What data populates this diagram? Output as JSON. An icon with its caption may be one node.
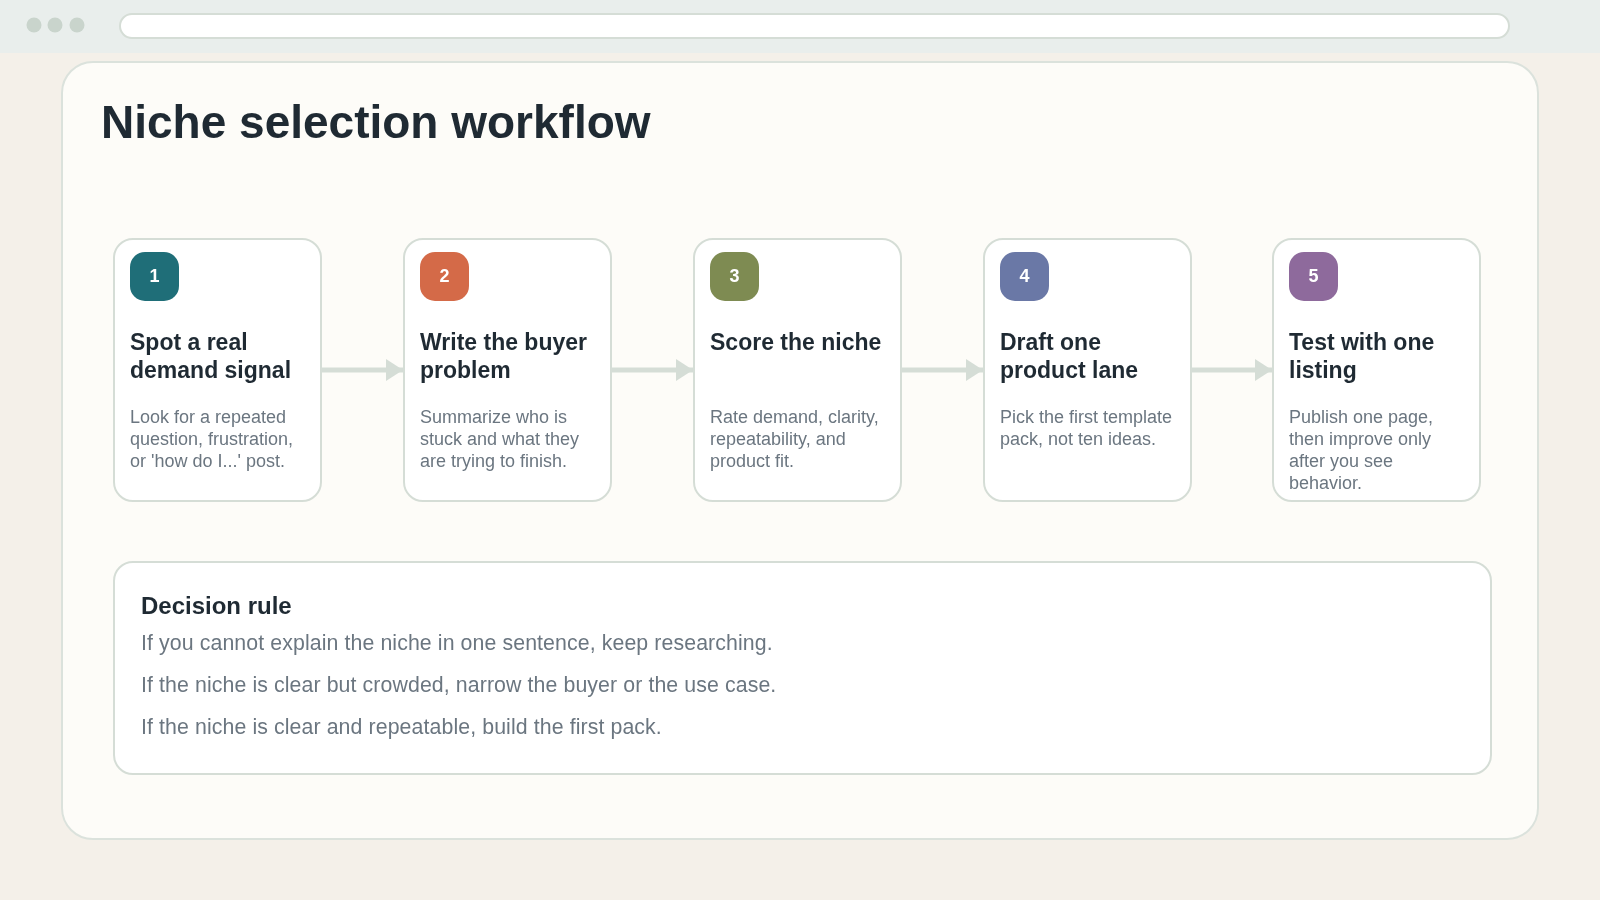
{
  "diagram": {
    "title": "Niche selection workflow",
    "nodes": [
      {
        "text": [
          "Spot a real demand signal",
          "Look for a repeated question, frustration, or 'how do I...' post."
        ]
      },
      {
        "text": [
          "1"
        ],
        "in": 0
      },
      {
        "text": [
          "Write the buyer problem",
          "Summarize who is stuck and what they are trying to finish."
        ]
      },
      {
        "text": [
          "2"
        ],
        "in": 2
      },
      {
        "text": [
          "Score the niche",
          "Rate demand, clarity, repeatability, and product fit."
        ]
      },
      {
        "text": [
          "3"
        ],
        "in": 4
      },
      {
        "text": [
          "Draft one product lane",
          "Pick the first template pack, not ten ideas."
        ]
      },
      {
        "text": [
          "4"
        ],
        "in": 6
      },
      {
        "text": [
          "Test with one listing",
          "Publish one page, then improve only after you see behavior."
        ]
      },
      {
        "text": [
          "5"
        ],
        "in": 8
      },
      {
        "text": [
          "Decision rule",
          "If you cannot explain the niche in one sentence, keep researching.",
          "If the niche is clear but crowded, narrow the buyer or the use case.",
          "If the niche is clear and repeatable, build the first pack."
        ]
      }
    ],
    "edges": [
      {
        "from": 0,
        "to": 2,
        "arrow": "to"
      },
      {
        "from": 2,
        "to": 4,
        "arrow": "to"
      },
      {
        "from": 4,
        "to": 6,
        "arrow": "to"
      },
      {
        "from": 6,
        "to": 8,
        "arrow": "to"
      }
    ]
  }
}
